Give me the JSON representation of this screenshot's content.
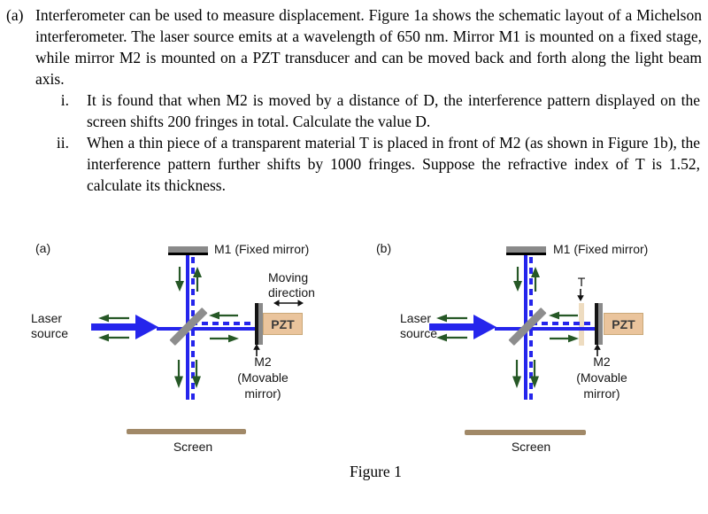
{
  "problem": {
    "part_label": "(a)",
    "intro": "Interferometer can be used to measure displacement. Figure 1a shows the schematic layout of a Michelson interferometer. The laser source emits at a wavelength of 650 nm. Mirror M1 is mounted on a fixed stage, while mirror M2 is mounted on a PZT transducer and can be moved back and forth along the light beam axis.",
    "items": [
      {
        "num": "i.",
        "text": "It is found that when M2 is moved by a distance of D, the interference pattern displayed on the screen shifts 200 fringes in total. Calculate the value D."
      },
      {
        "num": "ii.",
        "text": "When a thin piece of a transparent material T is placed in front of M2 (as shown in Figure 1b), the interference pattern further shifts by 1000 fringes. Suppose the refractive index of T is 1.52, calculate its thickness."
      }
    ]
  },
  "figure": {
    "caption": "Figure 1",
    "diagram_a": {
      "label": "(a)",
      "m1_label": "M1 (Fixed mirror)",
      "laser_line1": "Laser",
      "laser_line2": "source",
      "moving_line1": "Moving",
      "moving_line2": "direction",
      "pzt_label": "PZT",
      "m2_line1": "M2",
      "m2_line2": "(Movable",
      "m2_line3": "mirror)",
      "screen_label": "Screen"
    },
    "diagram_b": {
      "label": "(b)",
      "m1_label": "M1 (Fixed mirror)",
      "t_label": "T",
      "laser_line1": "Laser",
      "laser_line2": "source",
      "pzt_label": "PZT",
      "m2_line1": "M2",
      "m2_line2": "(Movable",
      "m2_line3": "mirror)",
      "screen_label": "Screen"
    }
  },
  "colors": {
    "beam_blue": "#2525ec",
    "arrow_green": "#265826",
    "pzt_tan": "#eac49c",
    "t_strip": "#eedcc0",
    "screen_brown": "#a18968",
    "mirror_dark": "#151515",
    "mirror_gray": "#8a8a8a",
    "splitter_gray": "#8d8d8d"
  }
}
